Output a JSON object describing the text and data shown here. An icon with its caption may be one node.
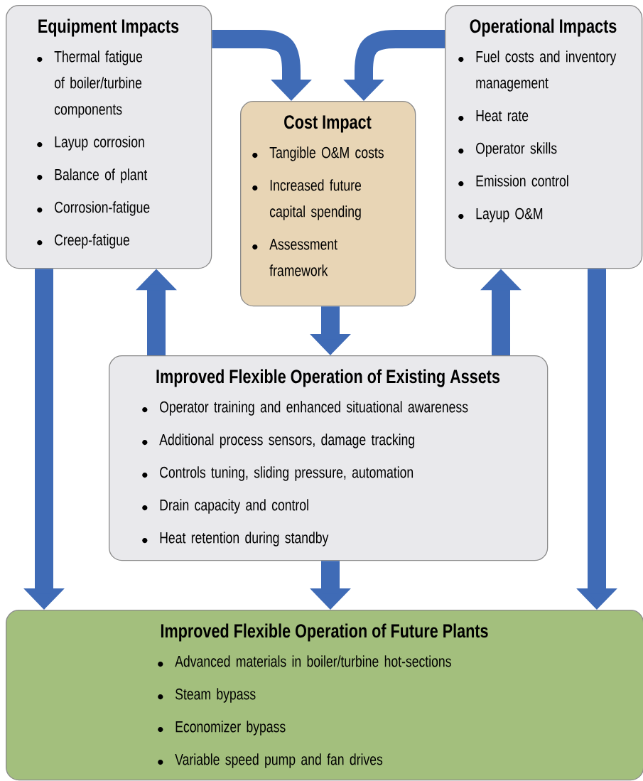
{
  "diagram": {
    "nodes": [
      {
        "text": [
          "Equipment Impacts",
          "Thermal fatigue of boiler/turbine components",
          "Layup corrosion",
          "Balance of plant",
          "Corrosion-fatigue",
          "Creep-fatigue"
        ]
      },
      {
        "text": [
          "Cost Impact",
          "Tangible O&M costs",
          "Increased future capital spending",
          "Assessment framework"
        ]
      },
      {
        "text": [
          "Operational Impacts",
          "Fuel costs and inventory management",
          "Heat rate",
          "Operator skills",
          "Emission control",
          "Layup O&M"
        ]
      },
      {
        "text": [
          "Improved Flexible Operation of Existing Assets",
          "Operator training and enhanced situational awareness",
          "Additional process sensors, damage tracking",
          "Controls tuning, sliding pressure, automation",
          "Drain capacity and control",
          "Heat retention during standby"
        ]
      },
      {
        "text": [
          "Improved Flexible Operation of Future Plants",
          "Advanced materials in boiler/turbine hot-sections",
          "Steam bypass",
          "Economizer bypass",
          "Variable speed pump and fan drives"
        ]
      }
    ],
    "edges": [
      {
        "from": 0,
        "to": 1,
        "arrow": "to"
      },
      {
        "from": 2,
        "to": 1,
        "arrow": "to"
      },
      {
        "from": 0,
        "to": 4,
        "arrow": "to"
      },
      {
        "from": 3,
        "to": 0,
        "arrow": "to"
      },
      {
        "from": 1,
        "to": 3,
        "arrow": "to"
      },
      {
        "from": 3,
        "to": 2,
        "arrow": "to"
      },
      {
        "from": 2,
        "to": 4,
        "arrow": "to"
      },
      {
        "from": 3,
        "to": 4,
        "arrow": "to"
      }
    ]
  }
}
